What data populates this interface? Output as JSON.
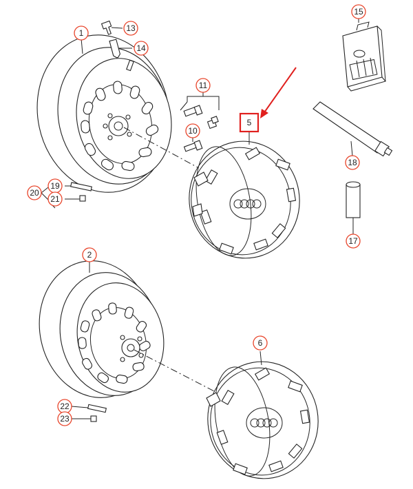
{
  "diagram": {
    "accent_color": "#e8442a",
    "highlight_color": "#e0201e",
    "callouts": [
      {
        "id": "c1",
        "label": "1"
      },
      {
        "id": "c2",
        "label": "2"
      },
      {
        "id": "c5",
        "label": "5"
      },
      {
        "id": "c6",
        "label": "6"
      },
      {
        "id": "c10",
        "label": "10"
      },
      {
        "id": "c11",
        "label": "11"
      },
      {
        "id": "c13",
        "label": "13"
      },
      {
        "id": "c14",
        "label": "14"
      },
      {
        "id": "c15",
        "label": "15"
      },
      {
        "id": "c17",
        "label": "17"
      },
      {
        "id": "c18",
        "label": "18"
      },
      {
        "id": "c19",
        "label": "19"
      },
      {
        "id": "c20",
        "label": "20"
      },
      {
        "id": "c21",
        "label": "21"
      },
      {
        "id": "c22",
        "label": "22"
      },
      {
        "id": "c23",
        "label": "23"
      }
    ]
  }
}
